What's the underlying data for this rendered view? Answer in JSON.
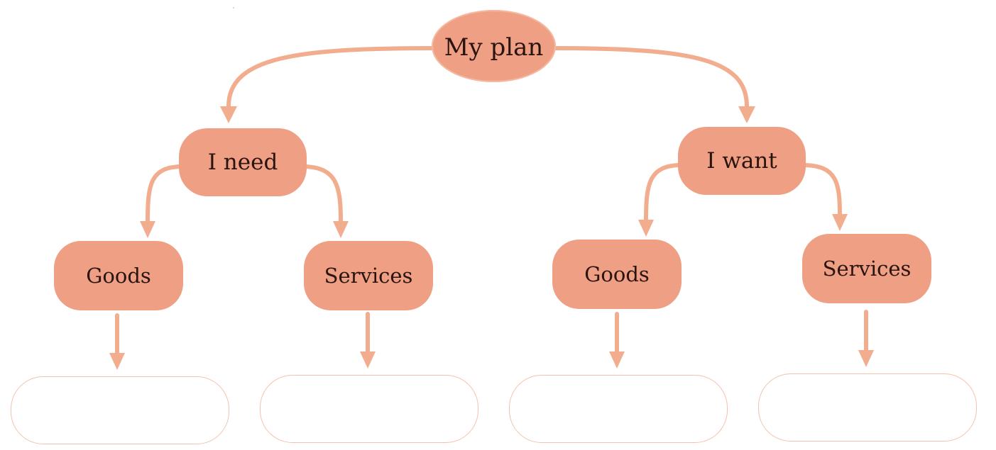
{
  "diagram": {
    "root": {
      "label": "My plan"
    },
    "branches": [
      {
        "label": "I need",
        "children": [
          {
            "label": "Goods"
          },
          {
            "label": "Services"
          }
        ]
      },
      {
        "label": "I want",
        "children": [
          {
            "label": "Goods"
          },
          {
            "label": "Services"
          }
        ]
      }
    ],
    "answer_boxes": [
      "",
      "",
      "",
      ""
    ]
  },
  "colors": {
    "node_fill": "#efa084",
    "arrow": "#f2ad8f",
    "box_border": "#f2c2ad",
    "text": "#2a1410"
  }
}
